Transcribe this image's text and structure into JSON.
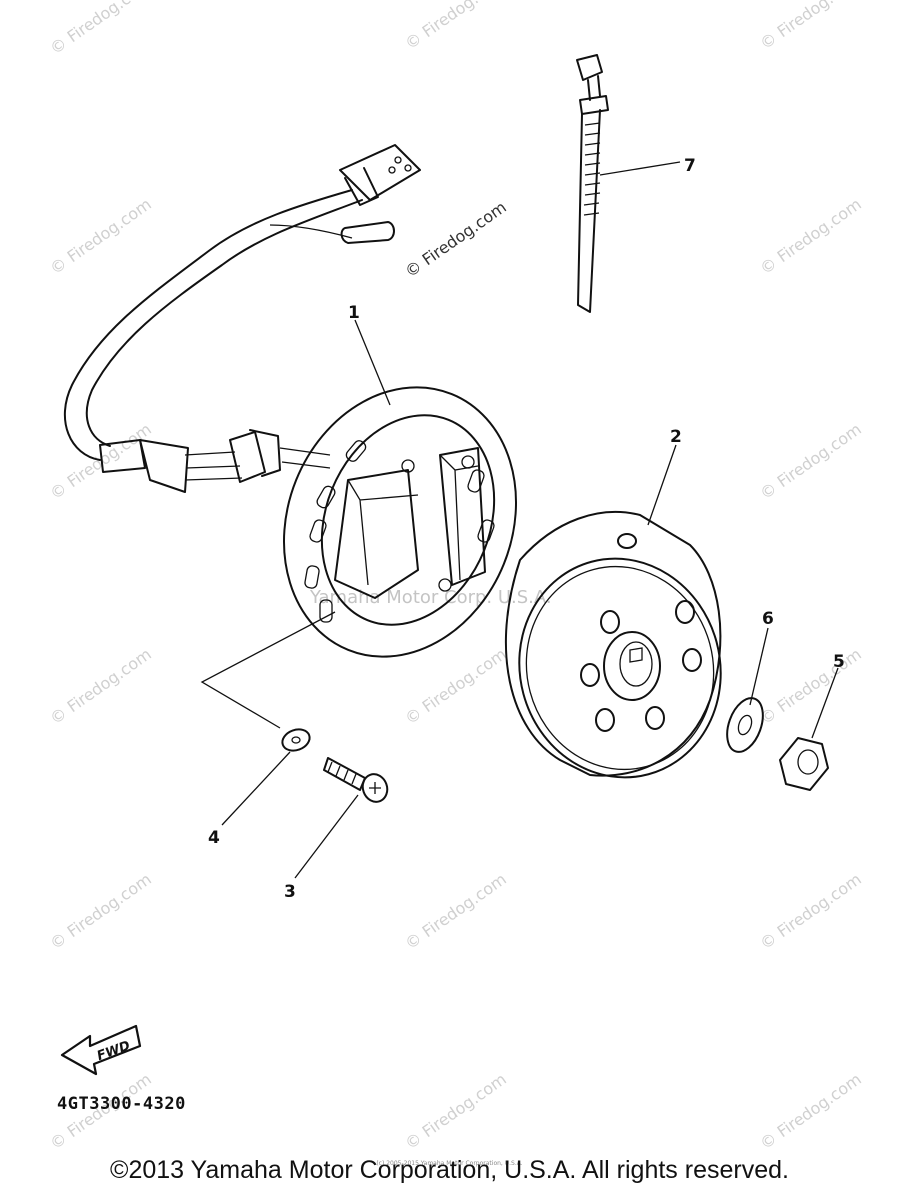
{
  "diagram": {
    "callouts": [
      {
        "id": "1",
        "label": "1"
      },
      {
        "id": "2",
        "label": "2"
      },
      {
        "id": "3",
        "label": "3"
      },
      {
        "id": "4",
        "label": "4"
      },
      {
        "id": "5",
        "label": "5"
      },
      {
        "id": "6",
        "label": "6"
      },
      {
        "id": "7",
        "label": "7"
      }
    ],
    "watermark_text": "© Firedog.com",
    "center_watermark": "Yamaha Motor Corp. U.S.A.",
    "fwd_label": "FWD",
    "part_code": "4GT3300-4320"
  },
  "footer": {
    "copyright": "©2013 Yamaha Motor Corporation, U.S.A. All rights reserved.",
    "tiny_copy": "(c) 2005-2015 Yamaha Motor Corporation, U.S.A."
  }
}
